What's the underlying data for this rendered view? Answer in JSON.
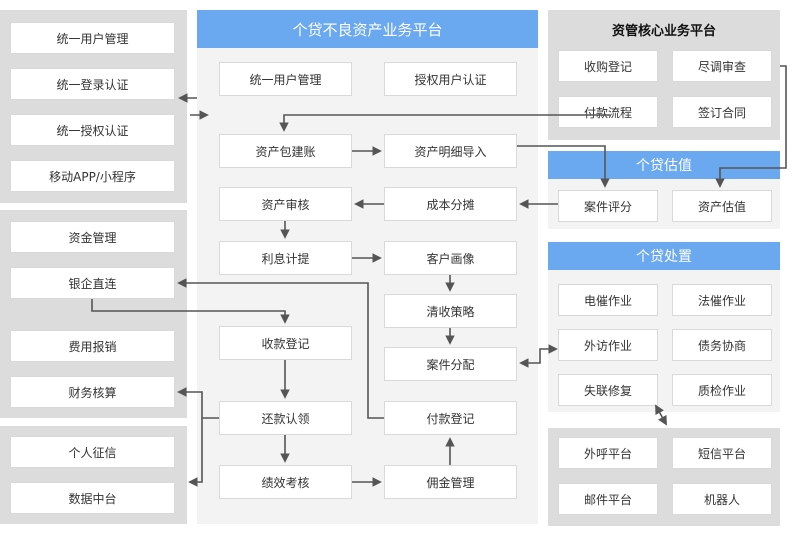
{
  "left_groups": {
    "group1": [
      "统一用户管理",
      "统一登录认证",
      "统一授权认证",
      "移动APP/小程序"
    ],
    "group2": [
      "资金管理",
      "银企直连"
    ],
    "group3": [
      "费用报销",
      "财务核算"
    ],
    "group4": [
      "个人征信",
      "数据中台"
    ]
  },
  "center": {
    "title": "个贷不良资产业务平台",
    "row1": [
      "统一用户管理",
      "授权用户认证"
    ],
    "row2": [
      "资产包建账",
      "资产明细导入"
    ],
    "row3": [
      "资产审核",
      "成本分摊"
    ],
    "row4": [
      "利息计提",
      "客户画像"
    ],
    "row5": [
      "清收策略"
    ],
    "row6": [
      "收款登记",
      "案件分配"
    ],
    "row7": [
      "还款认领",
      "付款登记"
    ],
    "row8": [
      "绩效考核",
      "佣金管理"
    ]
  },
  "right": {
    "core_title": "资管核心业务平台",
    "core": [
      "收购登记",
      "尽调审查",
      "付款流程",
      "签订合同"
    ],
    "valuation_title": "个贷估值",
    "valuation": [
      "案件评分",
      "资产估值"
    ],
    "disposal_title": "个贷处置",
    "disposal": [
      "电催作业",
      "法催作业",
      "外访作业",
      "债务协商",
      "失联修复",
      "质检作业"
    ],
    "channels": [
      "外呼平台",
      "短信平台",
      "邮件平台",
      "机器人"
    ]
  },
  "colors": {
    "accent": "#6aa8f0",
    "panel": "#dcdcdc",
    "arrow": "#555555"
  }
}
